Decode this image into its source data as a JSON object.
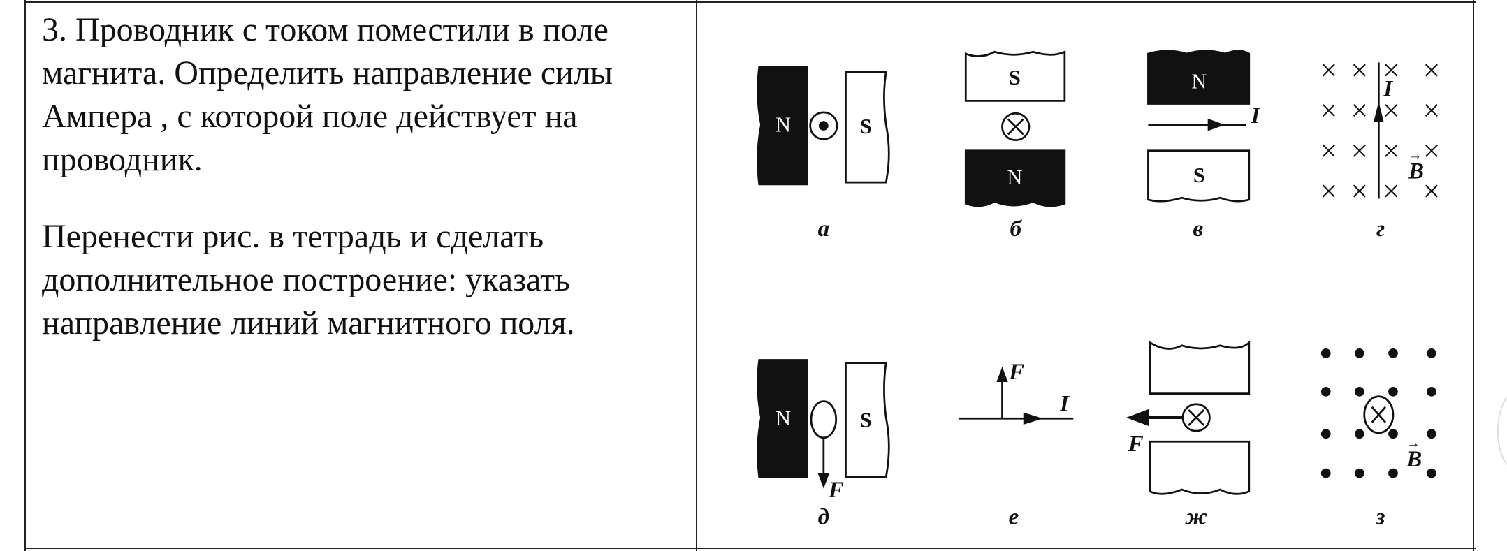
{
  "task": {
    "paragraph1": "3. Проводник с током поместили в поле магнита. Определить направление силы Ампера , с которой поле действует на проводник.",
    "paragraph2": "Перенести рис. в тетрадь и сделать дополнительное построение: указать направление линий магнитного поля."
  },
  "figure": {
    "pole_n": "N",
    "pole_s": "S",
    "current": "I",
    "force": "F",
    "field": "B",
    "labels": [
      "а",
      "б",
      "в",
      "г",
      "д",
      "е",
      "ж",
      "з"
    ]
  }
}
